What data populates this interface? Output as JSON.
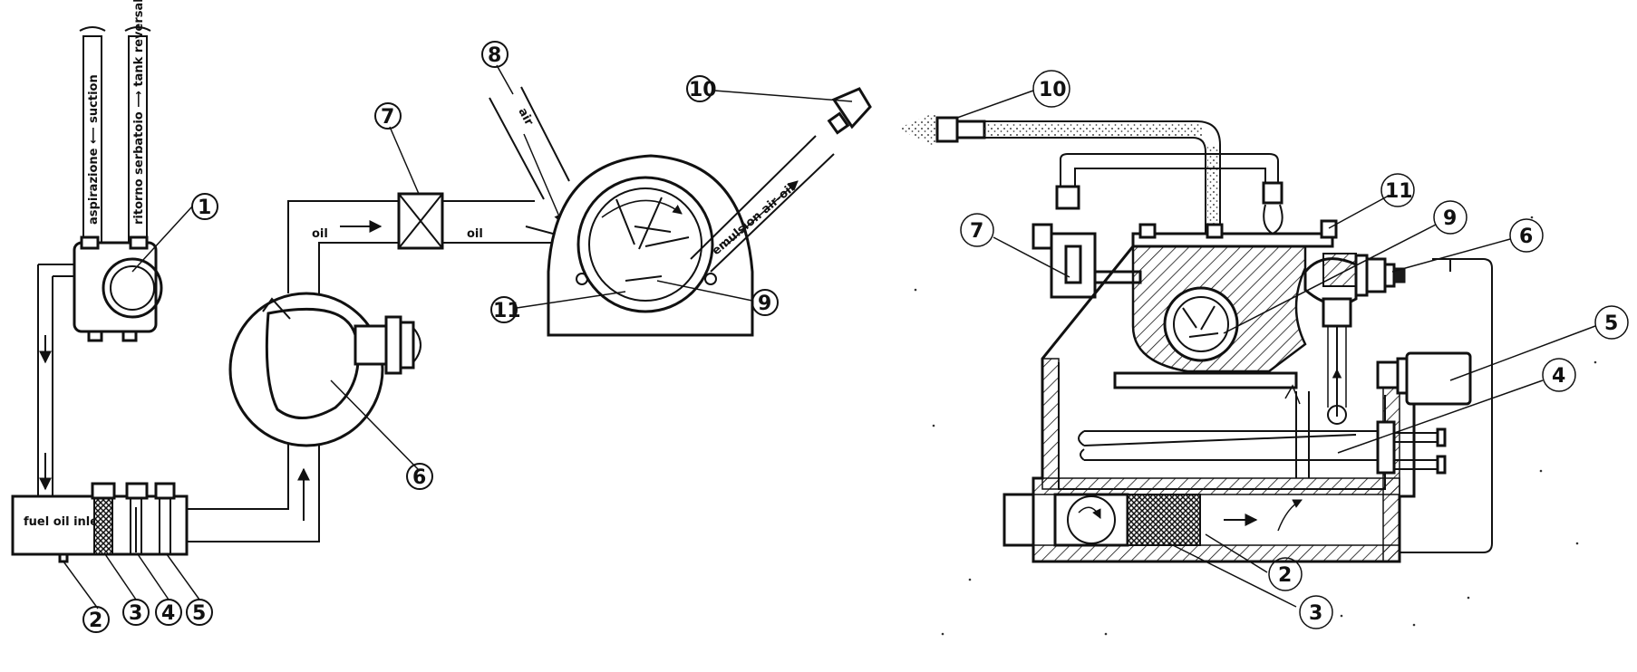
{
  "figure": {
    "left_panel": {
      "labels": {
        "suction": "aspirazione ⟵ suction",
        "tank_reversal": "ritorno serbatoio ⟶ tank reversal",
        "oil_pipe_a": "oil",
        "oil_pipe_b": "oil",
        "air": "air",
        "emulsion": "emulsion  air-oil",
        "fuel_inlet": "fuel oil inlet"
      },
      "callouts": [
        "1",
        "2",
        "3",
        "4",
        "5",
        "6",
        "7",
        "8",
        "9",
        "10",
        "11"
      ]
    },
    "right_panel": {
      "callouts": [
        "10",
        "11",
        "9",
        "6",
        "7",
        "5",
        "4",
        "2",
        "3"
      ]
    }
  }
}
